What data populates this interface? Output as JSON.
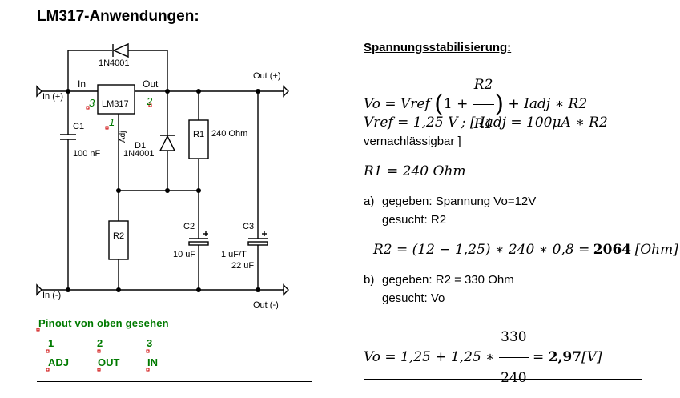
{
  "document": {
    "title": "LM317-Anwendungen:"
  },
  "schematic": {
    "in_plus": "In (+)",
    "in_minus": "In (-)",
    "out_plus": "Out (+)",
    "out_minus": "Out (-)",
    "ic_in": "In",
    "ic_out": "Out",
    "ic_name": "LM317",
    "ic_adj": "Adj",
    "pin3": "3",
    "pin2": "2",
    "pin1": "1",
    "diode_top": "1N4001",
    "d1_name": "D1",
    "d1_type": "1N4001",
    "c1_name": "C1",
    "c1_value": "100 nF",
    "r1_name": "R1",
    "r1_value": "240 Ohm",
    "r2_name": "R2",
    "c2_name": "C2",
    "c2_value": "10 uF",
    "c3_name": "C3",
    "c3_value1": "1 uF/T",
    "c3_value2": "22 uF"
  },
  "pinout": {
    "heading": "Pinout von oben gesehen",
    "numbers": [
      "1",
      "2",
      "3"
    ],
    "names": [
      "ADJ",
      "OUT",
      "IN"
    ]
  },
  "right": {
    "section_title": "Spannungsstabilisierung:",
    "eq1_lhs": "Vo = Vref",
    "eq1_one": "1 +",
    "eq1_num": "R2",
    "eq1_den": "R1",
    "eq1_rest": "+ Iadj ∗ R2",
    "eq2_a": "Vref = 1,25 V",
    "eq2_b": "; [ Iadj = 100μA ∗ R2",
    "eq2_c": "vernachlässigbar ]",
    "eq3": "R1 = 240 Ohm",
    "a_label": "a)",
    "a_given": "gegeben: Spannung Vo=12V",
    "a_sought": "gesucht: R2",
    "eq4_lhs": "R2 = (12 − 1,25) ∗ 240 ∗ 0,8 =",
    "eq4_bold": "2064",
    "eq4_unit": "[Ohm]",
    "b_label": "b)",
    "b_given": "gegeben: R2 = 330 Ohm",
    "b_sought": "gesucht: Vo",
    "eq5_lhs": "Vo = 1,25 + 1,25 ∗",
    "eq5_num": "330",
    "eq5_den": "240",
    "eq5_eq": "=",
    "eq5_bold": "2,97",
    "eq5_unit": "[V]"
  }
}
